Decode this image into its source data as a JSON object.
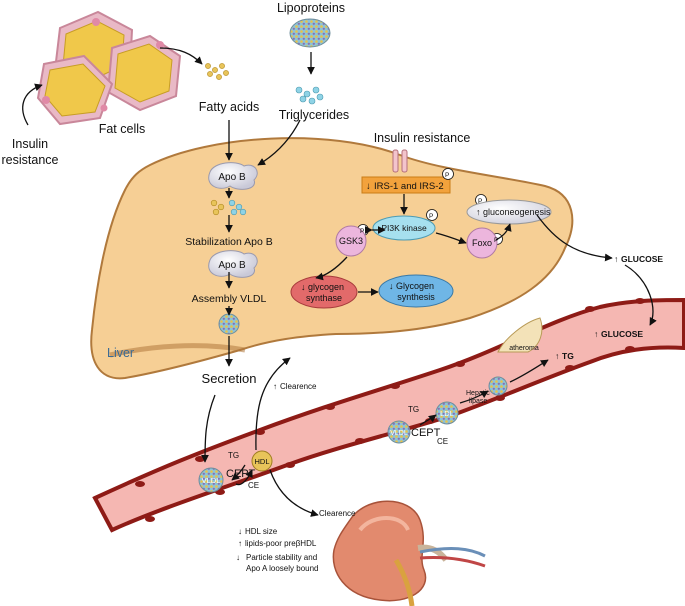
{
  "labels": {
    "lipoproteins": "Lipoproteins",
    "triglycerides": "Triglycerides",
    "fatty_acids": "Fatty acids",
    "fat_cells": "Fat cells",
    "insulin_resistance_left_1": "Insulin",
    "insulin_resistance_left_2": "resistance",
    "insulin_resistance_top": "Insulin resistance",
    "apo_b_1": "Apo B",
    "stabilization": "Stabilization Apo B",
    "apo_b_2": "Apo B",
    "assembly": "Assembly VLDL",
    "liver": "Liver",
    "secretion": "Secretion",
    "irs": "IRS-1 and IRS-2",
    "pi3k": "PI3K kinase",
    "gsk3": "GSK3",
    "foxo": "Foxo",
    "gluconeogenesis": "gluconeogenesis",
    "glycogen_synthase_1": "glycogen",
    "glycogen_synthase_2": "synthase",
    "glycogen_synthesis_1": "Glycogen",
    "glycogen_synthesis_2": "synthesis",
    "glucose_1": "GLUCOSE",
    "glucose_2": "GLUCOSE",
    "tg_right": "TG",
    "atheroma": "atheroma",
    "hepatic_lipase_1": "Hepatic",
    "hepatic_lipase_2": "lipase",
    "tg_mid": "TG",
    "ldl_1": "LDL",
    "cept_mid": "CEPT",
    "vldl_mid": "VLDL",
    "ce_mid": "CE",
    "clearence_1": "Clearence",
    "tg_left": "TG",
    "hdl": "HDL",
    "cept_left": "CEPT",
    "vldl_left": "VLDL",
    "ce_left": "CE",
    "clearence_2": "Clearence",
    "hdl_size": "HDL size",
    "lipids_poor": "lipids-poor preβHDL",
    "particle_1": "Particle stability and",
    "particle_2": "Apo A loosely bound",
    "p_badge": "P"
  },
  "colors": {
    "liver": "#f6cf95",
    "liver_edge": "#b0793c",
    "vessel": "#f5b7b2",
    "vessel_wall": "#8e1b16",
    "irs_box": "#f2a23c",
    "pi3k": "#a6e0ef",
    "gsk3": "#ecb6dd",
    "glycogen_synthase": "#e26a6a",
    "glycogen_synthesis": "#6fb6e6",
    "fat_cell": "#f0c84a",
    "kidney": "#e28a6e"
  }
}
